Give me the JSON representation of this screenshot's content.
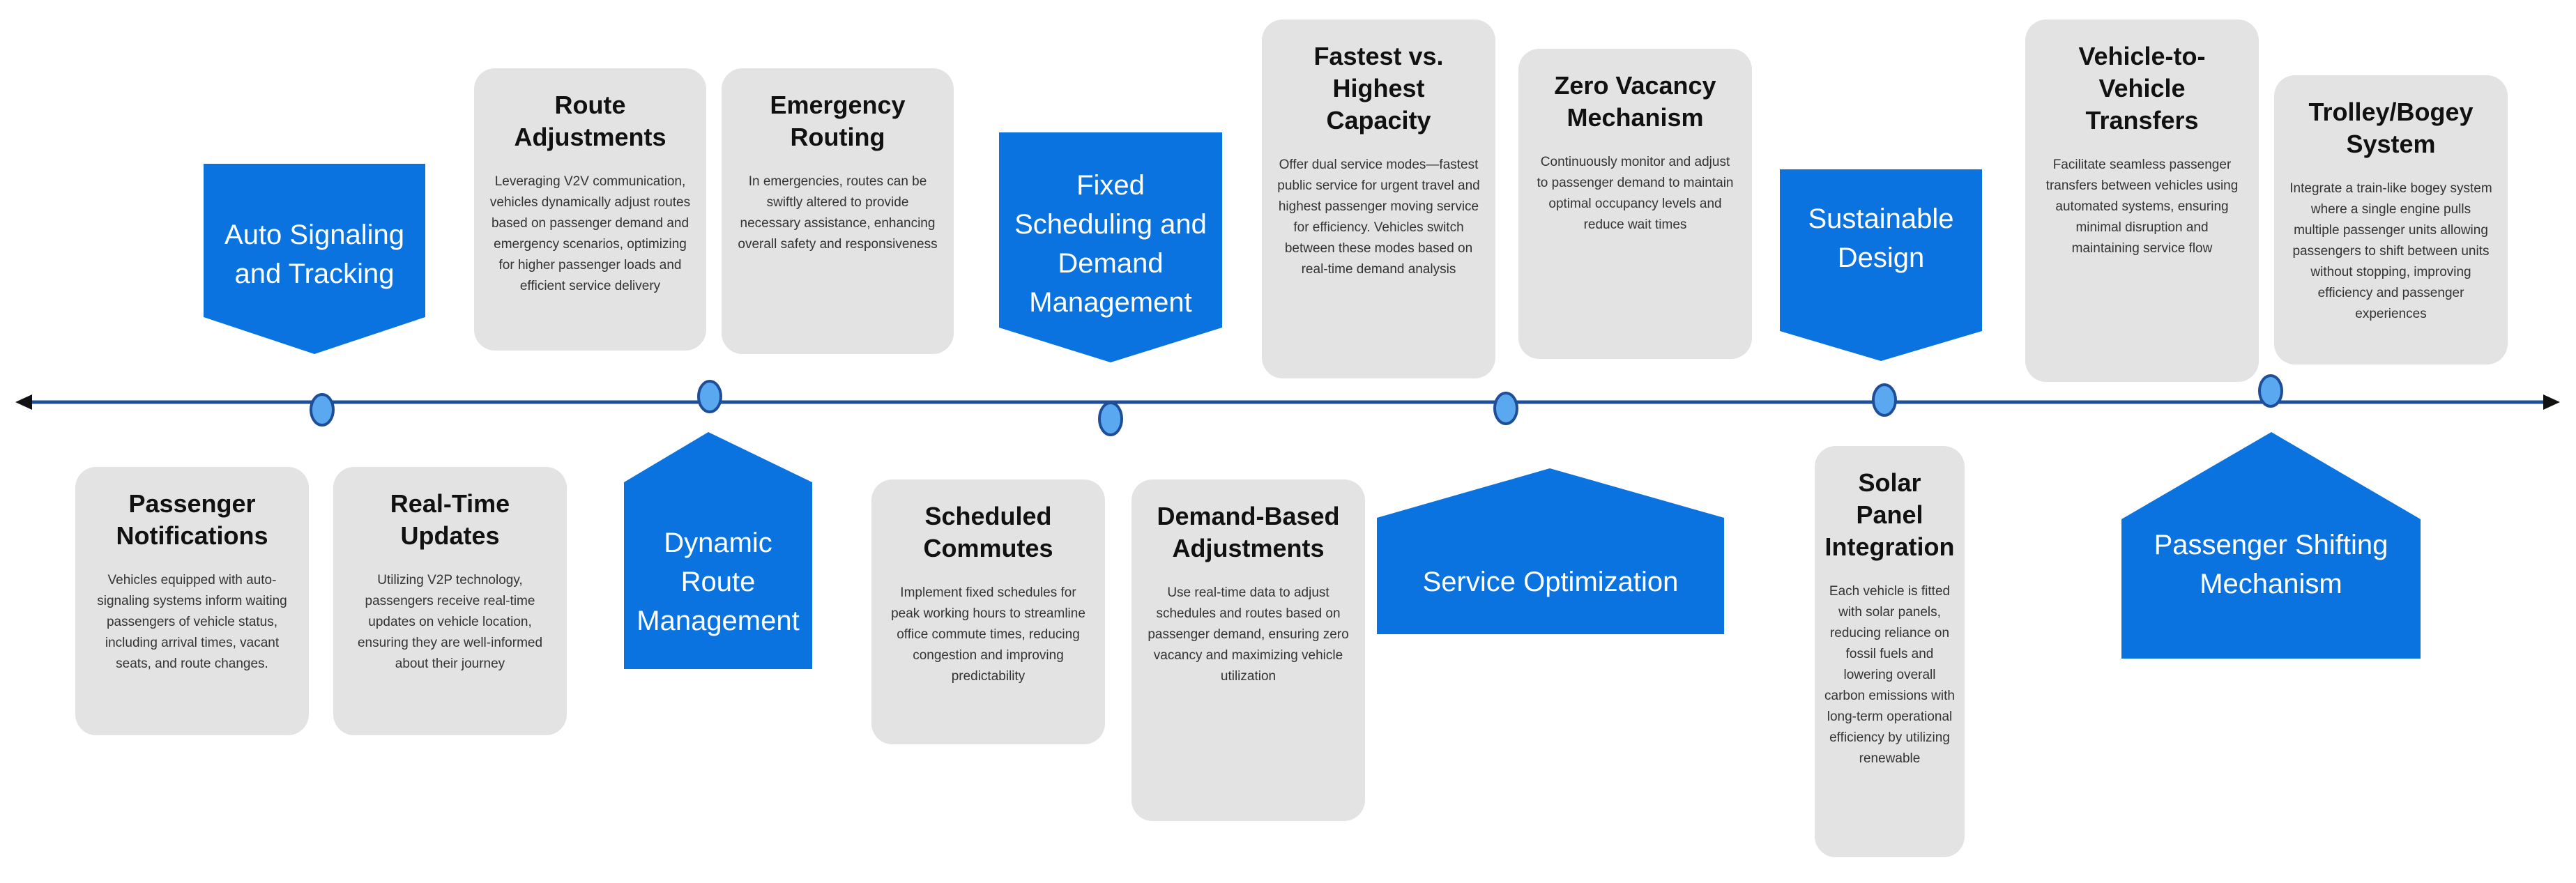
{
  "colors": {
    "accent": "#0a73e0",
    "card_bg": "#e3e3e3",
    "node_fill": "#5aa9f0",
    "axis": "#1f4e99"
  },
  "milestones": [
    {
      "label": "Auto Signaling and Tracking",
      "shape": "pentagon-down"
    },
    {
      "label": "Dynamic Route Management",
      "shape": "pentagon-up"
    },
    {
      "label": "Fixed Scheduling and Demand Management",
      "shape": "pentagon-down"
    },
    {
      "label": "Service Optimization",
      "shape": "pentagon-up"
    },
    {
      "label": "Sustainable Design",
      "shape": "pentagon-down"
    },
    {
      "label": "Passenger Shifting Mechanism",
      "shape": "pentagon-up"
    }
  ],
  "cards": [
    {
      "title": "Route Adjustments",
      "body": "Leveraging V2V communication, vehicles dynamically adjust routes based on passenger demand and emergency scenarios, optimizing for higher passenger loads and efficient service delivery"
    },
    {
      "title": "Emergency Routing",
      "body": "In emergencies, routes can be swiftly altered to provide necessary assistance, enhancing overall safety and responsiveness"
    },
    {
      "title": "Fastest vs. Highest Capacity",
      "body": "Offer dual service modes—fastest public service for urgent travel and highest passenger moving service for efficiency. Vehicles switch between these modes based on real-time demand analysis"
    },
    {
      "title": "Zero Vacancy Mechanism",
      "body": "Continuously monitor and adjust to passenger demand to maintain optimal occupancy levels and reduce wait times"
    },
    {
      "title": "Vehicle-to-Vehicle Transfers",
      "body": "Facilitate seamless passenger transfers between vehicles using automated systems, ensuring minimal disruption and maintaining service flow"
    },
    {
      "title": "Trolley/Bogey System",
      "body": "Integrate a train-like bogey system where a single engine pulls multiple passenger units allowing passengers to shift between units without stopping, improving efficiency and passenger experiences"
    },
    {
      "title": "Passenger Notifications",
      "body": "Vehicles equipped with auto-signaling systems inform waiting passengers of vehicle status, including arrival times, vacant seats, and route changes."
    },
    {
      "title": "Real-Time Updates",
      "body": "Utilizing V2P technology, passengers receive real-time updates on vehicle location, ensuring they are well-informed about their journey"
    },
    {
      "title": "Scheduled Commutes",
      "body": "Implement fixed schedules for peak working hours to streamline office commute times, reducing congestion and improving predictability"
    },
    {
      "title": "Demand-Based Adjustments",
      "body": "Use real-time data to adjust schedules and routes based on passenger demand, ensuring zero vacancy and maximizing vehicle utilization"
    },
    {
      "title": "Solar Panel Integration",
      "body": "Each vehicle is fitted with solar panels, reducing reliance on fossil fuels and lowering overall carbon emissions with long-term operational efficiency by utilizing renewable"
    }
  ]
}
